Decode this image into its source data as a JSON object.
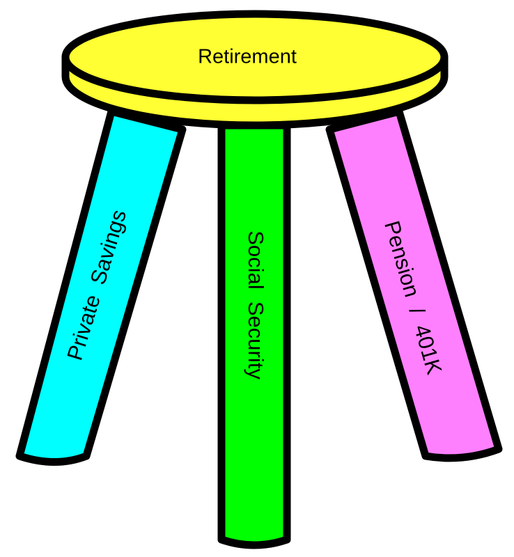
{
  "diagram": {
    "seat": {
      "label": "Retirement",
      "color": "#ffff33"
    },
    "legs": [
      {
        "id": "private-savings",
        "label": "Private  Savings",
        "color": "#00ffff"
      },
      {
        "id": "social-security",
        "label": "Social  Security",
        "color": "#00ff00"
      },
      {
        "id": "pension-401k",
        "label": "Pension  /  401K",
        "color": "#ff80ff"
      }
    ],
    "outline_color": "#000000"
  }
}
